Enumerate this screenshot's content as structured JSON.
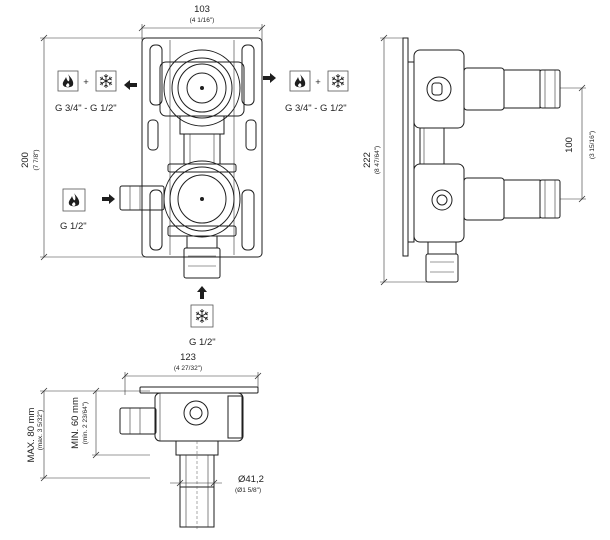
{
  "front_view": {
    "width_mm": "103",
    "width_in": "(4 1/16\")",
    "height_mm": "200",
    "height_in": "(7 7/8\")",
    "outlet_left_label": "G 3/4\" - G 1/2\"",
    "outlet_right_label": "G 3/4\" - G 1/2\"",
    "hot_inlet_label": "G 1/2\"",
    "cold_inlet_label": "G 1/2\"",
    "plus_sign": "+"
  },
  "side_view": {
    "height_mm": "222",
    "height_in": "(8 47/64\")",
    "spacing_mm": "100",
    "spacing_in": "(3 15/16\")"
  },
  "bottom_view": {
    "width_mm": "123",
    "width_in": "(4 27/32\")",
    "max_depth": "MAX. 80 mm",
    "max_depth_in": "(max. 3 5/32\")",
    "min_depth": "MIN. 60 mm",
    "min_depth_in": "(min. 2 23/64\")",
    "diameter_mm": "Ø41,2",
    "diameter_in": "(Ø1 5/8\")"
  },
  "icons": {
    "hot": "flame-icon",
    "cold": "snowflake-icon",
    "direction": "arrow-icon"
  },
  "colors": {
    "line": "#1e1e1e",
    "background": "#ffffff"
  }
}
